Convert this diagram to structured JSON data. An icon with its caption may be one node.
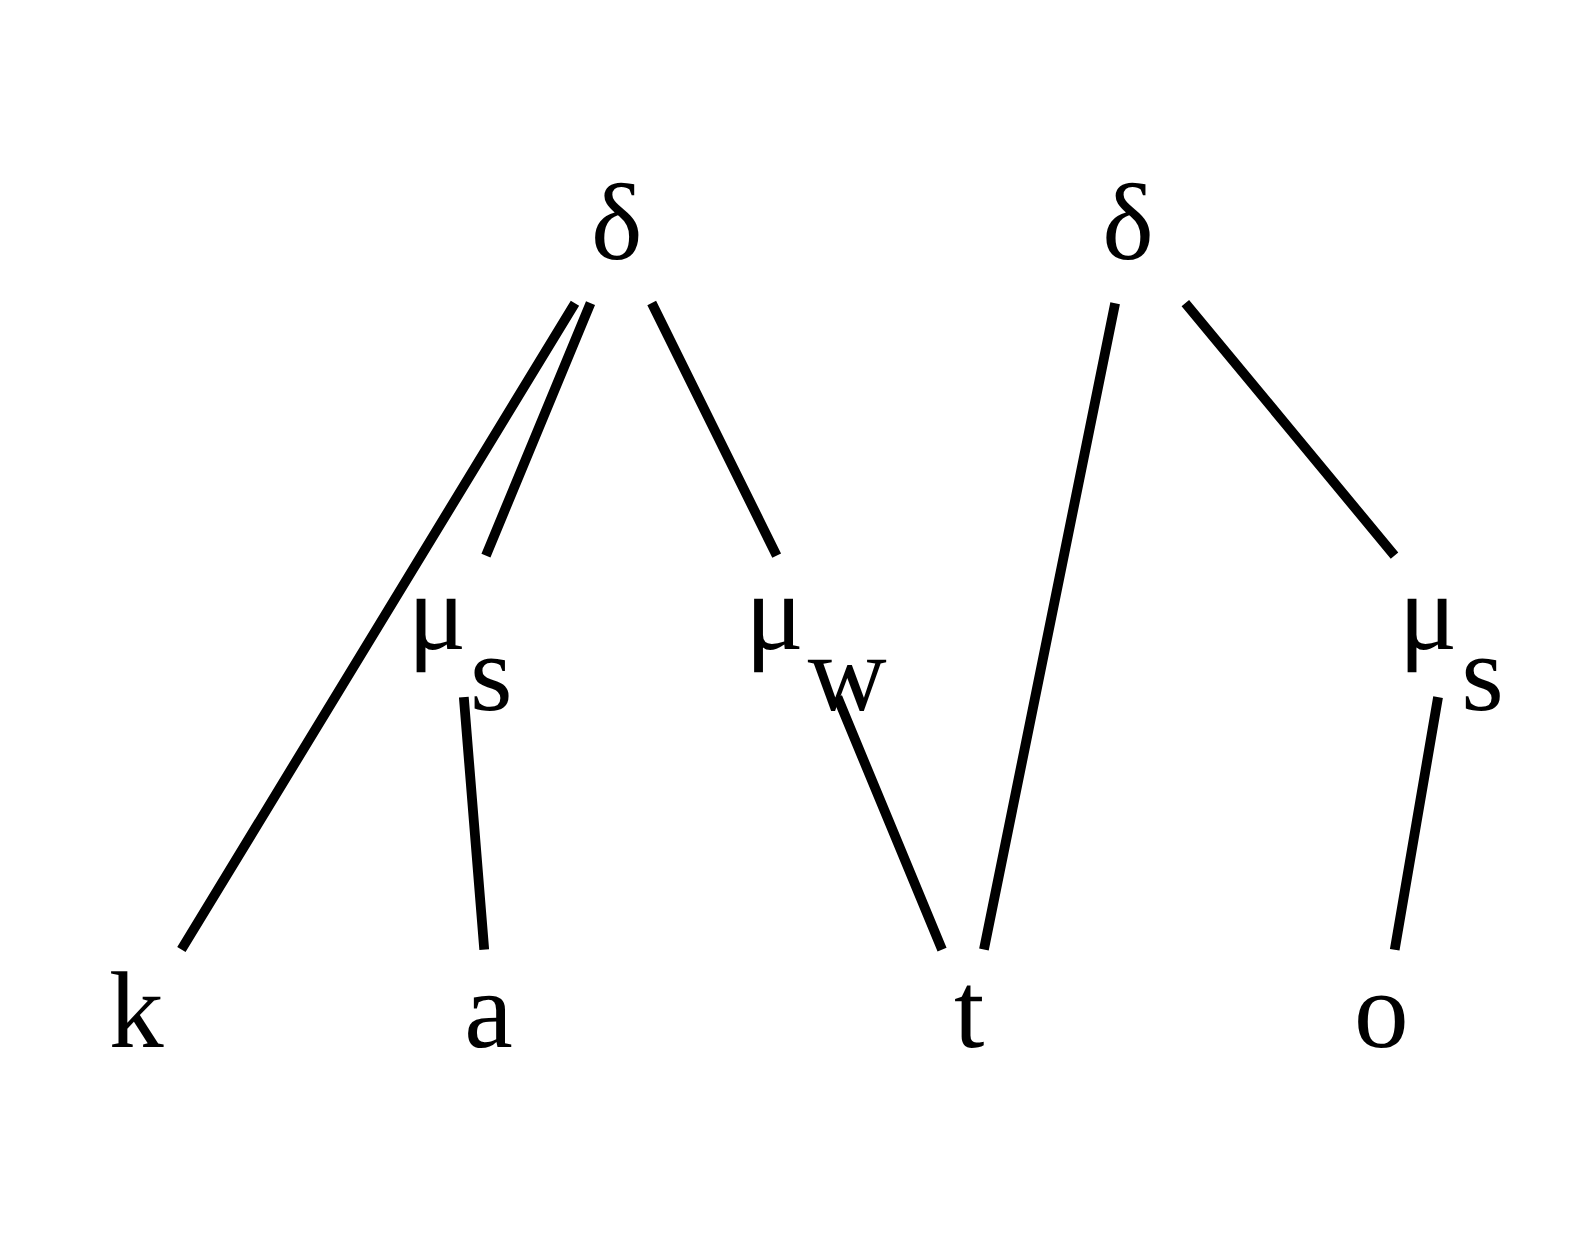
{
  "diagram": {
    "nodes": [
      {
        "text": [
          "δ"
        ]
      },
      {
        "text": [
          "δ"
        ]
      },
      {
        "text": [
          "μ$_{s}$"
        ]
      },
      {
        "text": [
          "μ$_{w}$"
        ]
      },
      {
        "text": [
          "μ$_{s}$"
        ]
      },
      {
        "text": [
          "k"
        ]
      },
      {
        "text": [
          "a"
        ]
      },
      {
        "text": [
          "t"
        ]
      },
      {
        "text": [
          "o"
        ]
      }
    ],
    "edges": [
      {
        "from": 0,
        "to": 5,
        "arrow": "none"
      },
      {
        "from": 0,
        "to": 2,
        "arrow": "none"
      },
      {
        "from": 0,
        "to": 3,
        "arrow": "none"
      },
      {
        "from": 2,
        "to": 6,
        "arrow": "none"
      },
      {
        "from": 3,
        "to": 7,
        "arrow": "none"
      },
      {
        "from": 1,
        "to": 7,
        "arrow": "none"
      },
      {
        "from": 1,
        "to": 4,
        "arrow": "none"
      },
      {
        "from": 4,
        "to": 8,
        "arrow": "none"
      }
    ]
  }
}
